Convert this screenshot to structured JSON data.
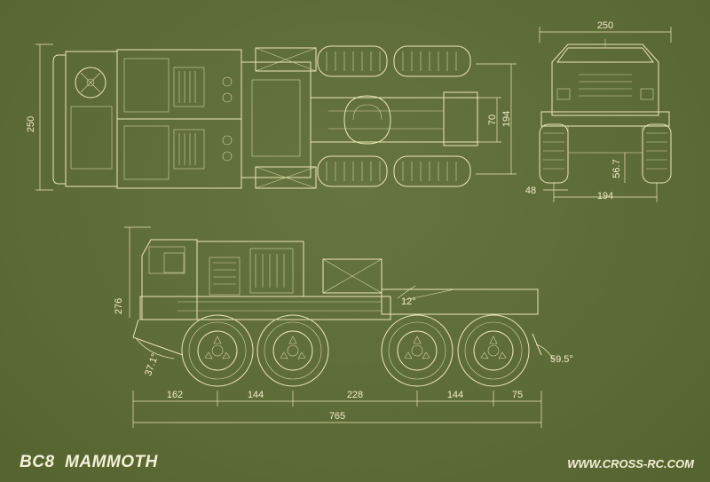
{
  "title": "BC8  MAMMOTH",
  "website": "WWW.CROSS-RC.COM",
  "colors": {
    "background": "#5d6b38",
    "line": "#ece7b4"
  },
  "top_view": {
    "length_dim": "250",
    "width_dim_outer": "194",
    "width_dim_inner": "70"
  },
  "front_view": {
    "width_top": "250",
    "width_bottom": "194",
    "overhang": "48",
    "clearance": "56.7"
  },
  "side_view": {
    "height": "276",
    "angle_approach": "37.1°",
    "angle_departure": "59.5°",
    "angle_hitch": "12°",
    "segments": [
      "162",
      "144",
      "228",
      "144",
      "75"
    ],
    "overall_length": "765"
  }
}
